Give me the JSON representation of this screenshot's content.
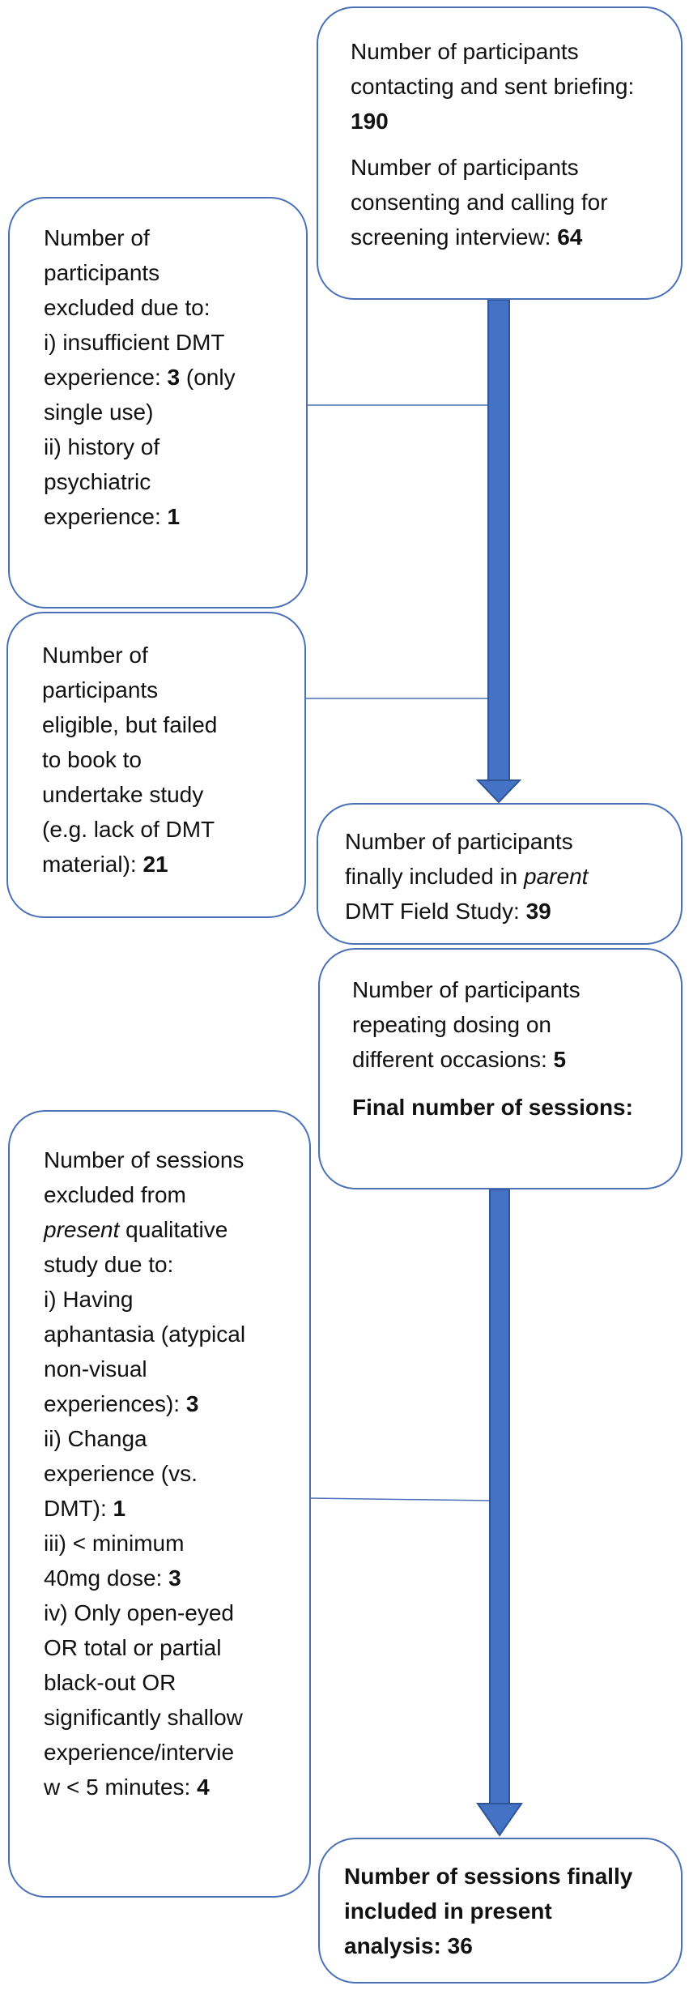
{
  "colors": {
    "accent": "#4472c4",
    "box_border": "#4a70b7",
    "text": "#111111"
  },
  "boxes": {
    "recruitment": {
      "contacted_text": "Number of participants contacting and sent briefing: ",
      "contacted_count": "190",
      "consented_text": "Number of participants consenting and calling for screening interview: ",
      "consented_count": "64"
    },
    "excluded_screening": {
      "line1": "Number of",
      "line2": "participants",
      "line3": "excluded due to:",
      "line4": "i) insufficient DMT",
      "line5_pre": "experience: ",
      "line5_count": "3",
      "line5_post": " (only",
      "line6": "single use)",
      "line7": "ii) history of",
      "line8": "psychiatric",
      "line9_pre": "experience: ",
      "line9_count": "1"
    },
    "failed_booking": {
      "line1": "Number of",
      "line2": "participants",
      "line3": "eligible, but failed",
      "line4": "to book to",
      "line5": "undertake study",
      "line6": "(e.g. lack of DMT",
      "line7_pre": "material): ",
      "line7_count": "21"
    },
    "included_parent": {
      "line1": "Number of participants",
      "line2_pre": "finally included in ",
      "line2_emph": "parent",
      "line3_pre": "DMT Field Study: ",
      "line3_count": "39"
    },
    "repeating": {
      "line1": "Number of participants",
      "line2": "repeating dosing on",
      "line3_pre": "different occasions: ",
      "line3_count": "5",
      "line4": "Final number of sessions:"
    },
    "excluded_sessions": {
      "line1": "Number of sessions",
      "line2": "excluded from",
      "line3_emph": "present",
      "line3_post": " qualitative",
      "line4": "study due to:",
      "line5": "i) Having",
      "line6": "aphantasia (atypical",
      "line7": "non-visual",
      "line8_pre": "experiences): ",
      "line8_count": "3",
      "line9": "ii) Changa",
      "line10": "experience (vs.",
      "line11_pre": "DMT): ",
      "line11_count": "1",
      "line12": "iii) < minimum",
      "line13_pre": "40mg dose: ",
      "line13_count": "3",
      "line14": "iv) Only open-eyed",
      "line15": "OR total or partial",
      "line16": "black-out OR",
      "line17": "significantly shallow",
      "line18": "experience/intervie",
      "line19_pre": "w < 5 minutes: ",
      "line19_count": "4"
    },
    "final": {
      "line1": "Number of sessions finally",
      "line2": "included in present",
      "line3": "analysis: 36"
    }
  }
}
